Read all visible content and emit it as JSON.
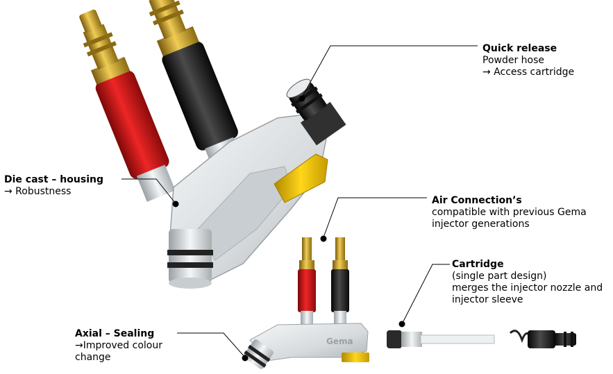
{
  "callouts": {
    "quick_release": {
      "title": "Quick release",
      "lines": [
        "Powder hose",
        "→ Access cartridge"
      ]
    },
    "die_cast": {
      "title": "Die cast – housing",
      "lines": [
        "→ Robustness"
      ]
    },
    "air_connection": {
      "title": "Air Connection’s",
      "lines": [
        "compatible with previous Gema",
        "injector generations"
      ]
    },
    "cartridge": {
      "title": "Cartridge",
      "lines": [
        "(single part design)",
        "merges the injector nozzle and",
        "injector sleeve"
      ]
    },
    "axial_sealing": {
      "title": "Axial – Sealing",
      "lines": [
        "→Improved colour",
        "change"
      ]
    }
  },
  "brand": {
    "logo_text": "Gema"
  },
  "colors": {
    "brass": "#c9a227",
    "red": "#d11a1a",
    "black": "#1c1c1c",
    "housing": "#dfe3e6",
    "yellow": "#f2c200"
  }
}
